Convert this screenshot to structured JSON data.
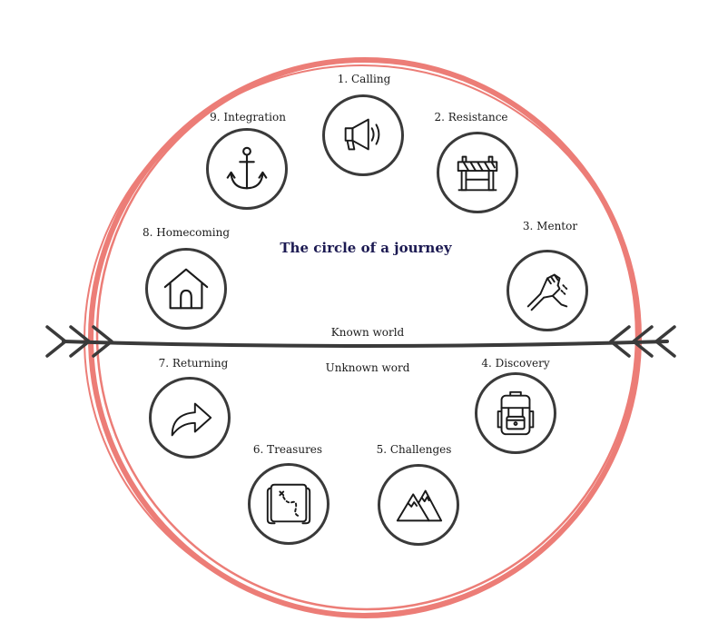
{
  "title": "The circle of a journey",
  "known_world": "Known world",
  "unknown_world": "Unknown word",
  "colors": {
    "ring": "#ec7d77",
    "line": "#3a3a3a",
    "title": "#1c1a52"
  },
  "steps": [
    {
      "label": "1. Calling",
      "icon": "megaphone-icon"
    },
    {
      "label": "2. Resistance",
      "icon": "barrier-icon"
    },
    {
      "label": "3. Mentor",
      "icon": "handshake-icon"
    },
    {
      "label": "4. Discovery",
      "icon": "backpack-icon"
    },
    {
      "label": "5. Challenges",
      "icon": "mountains-icon"
    },
    {
      "label": "6. Treasures",
      "icon": "treasure-map-icon"
    },
    {
      "label": "7. Returning",
      "icon": "return-arrow-icon"
    },
    {
      "label": "8. Homecoming",
      "icon": "house-icon"
    },
    {
      "label": "9. Integration",
      "icon": "anchor-icon"
    }
  ]
}
